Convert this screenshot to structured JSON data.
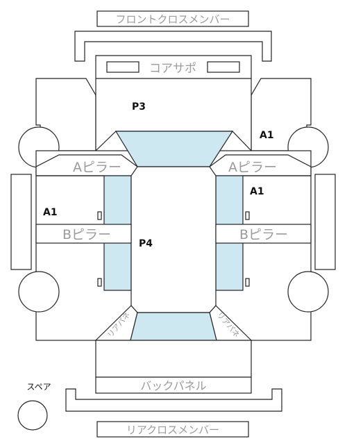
{
  "labels": {
    "front_cross_member": "フロントクロスメンバー",
    "core_support": "コアサポ",
    "a_pillar": "Aピラー",
    "b_pillar": "Bピラー",
    "rear_panel_corner": "リアパネ",
    "back_panel": "バックパネル",
    "spare": "スペア",
    "rear_cross_member": "リアクロスメンバー"
  },
  "markers": {
    "p3": "P3",
    "p4": "P4",
    "a1": "A1"
  },
  "colors": {
    "glass": "#cde8f0",
    "outline": "#222222",
    "label_gray": "#9a9a9a"
  }
}
